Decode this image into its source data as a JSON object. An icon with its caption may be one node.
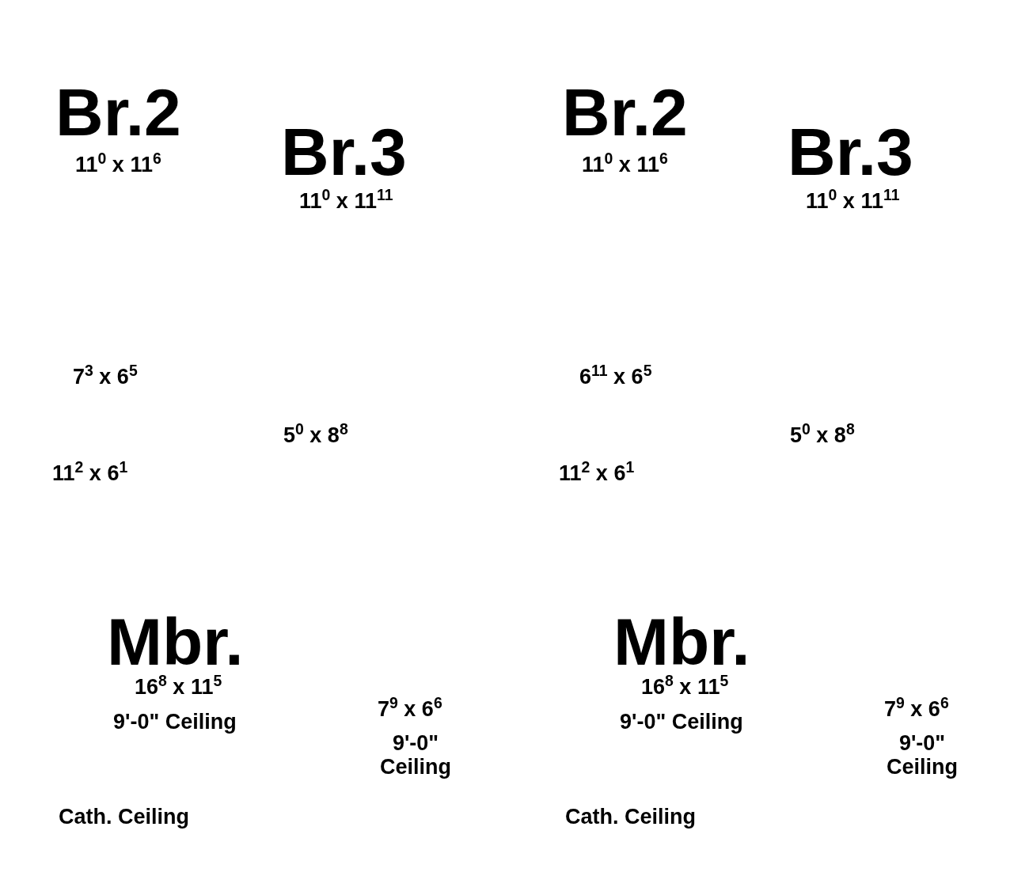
{
  "diagram": {
    "labels": [
      "Br.2",
      "11$^{0}$ x 11$^{6}$",
      "Br.3",
      "11$^{0}$ x 11$^{11}$",
      "7$^{3}$ x 6$^{5}$",
      "5$^{0}$ x 8$^{8}$",
      "11$^{2}$ x 6$^{1}$",
      "Mbr.",
      "16$^{8}$ x 11$^{5}$",
      "9'-0\" Ceiling",
      "7$^{9}$ x 6$^{6}$",
      "9'-0\" Ceiling",
      "Cath. Ceiling",
      "Br.2",
      "11$^{0}$ x 11$^{6}$",
      "Br.3",
      "11$^{0}$ x 11$^{11}$",
      "6$^{11}$ x 6$^{5}$",
      "5$^{0}$ x 8$^{8}$",
      "11$^{2}$ x 6$^{1}$",
      "Mbr.",
      "16$^{8}$ x 11$^{5}$",
      "9'-0\" Ceiling",
      "7$^{9}$ x 6$^{6}$",
      "9'-0\" Ceiling",
      "Cath. Ceiling"
    ]
  }
}
